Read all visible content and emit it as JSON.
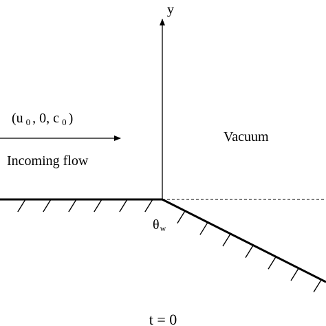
{
  "labels": {
    "y_axis": "y",
    "incoming_state": "(u 0 , 0, c 0 )",
    "incoming_state_parts": {
      "u": "u",
      "u_sub": "0",
      "middle": ", 0, c",
      "c_sub": "0",
      "open": "(",
      "close": ")"
    },
    "incoming_flow": "Incoming flow",
    "vacuum": "Vacuum",
    "wedge_angle": "θ",
    "wedge_angle_sub": "w",
    "time": "t = 0"
  },
  "colors": {
    "ink": "#000000",
    "background": "#ffffff"
  }
}
